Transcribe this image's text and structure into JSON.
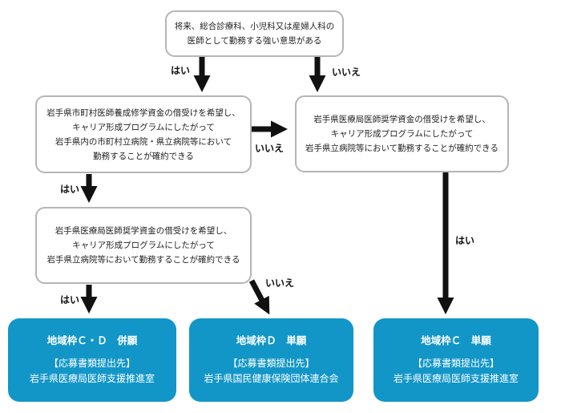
{
  "question1": {
    "lines": [
      "将来、総合診療科、小児科又は産婦人科の",
      "医師として勤務する強い意思がある"
    ]
  },
  "question2": {
    "lines": [
      "岩手県市町村医師養成修学資金の借受けを希望し、",
      "キャリア形成プログラムにしたがって",
      "岩手県内の市町村立病院・県立病院等において",
      "勤務することが確約できる"
    ]
  },
  "question3": {
    "lines": [
      "岩手県医療局医師奨学資金の借受けを希望し、",
      "キャリア形成プログラムにしたがって",
      "岩手県立病院等において勤務することが確約できる"
    ]
  },
  "question4": {
    "lines": [
      "岩手県医療局医師奨学資金の借受けを希望し、",
      "キャリア形成プログラムにしたがって",
      "岩手県立病院等において勤務することが確約できる"
    ]
  },
  "result_cd": {
    "title": "地域枠Ｃ・Ｄ　併願",
    "submit_label": "【応募書類提出先】",
    "submit_to": "岩手県医療局医師支援推進室"
  },
  "result_d": {
    "title": "地域枠Ｄ　単願",
    "submit_label": "【応募書類提出先】",
    "submit_to": "岩手県国民健康保険団体連合会"
  },
  "result_c": {
    "title": "地域枠Ｃ　単願",
    "submit_label": "【応募書類提出先】",
    "submit_to": "岩手県医療局医師支援推進室"
  },
  "labels": {
    "q1_yes": "はい",
    "q1_no": "いいえ",
    "q2_no": "いいえ",
    "q2_yes": "はい",
    "q4_yes": "はい",
    "q3_yes": "はい",
    "q3_no": "いいえ"
  },
  "colors": {
    "result_fill": "#1296c8",
    "box_border": "#b5b5b5",
    "arrow": "#111111"
  }
}
